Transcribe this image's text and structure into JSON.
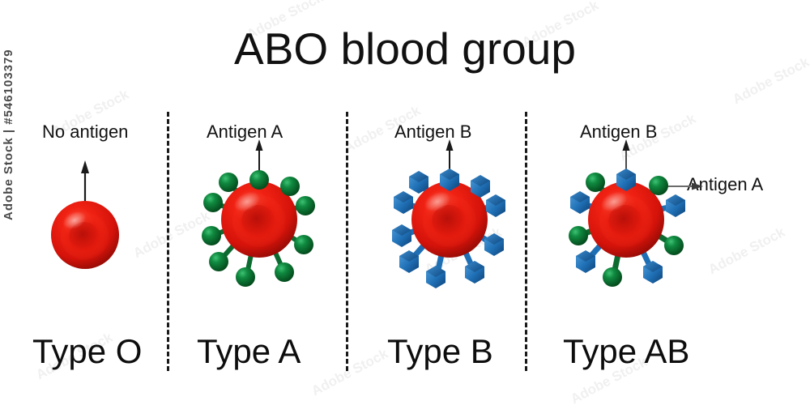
{
  "title": "ABO blood group",
  "watermark": {
    "text": "Adobe Stock | #546103379",
    "tile_text": "Adobe Stock"
  },
  "colors": {
    "background": "#ffffff",
    "text": "#111111",
    "divider": "#1a1a1a",
    "rbc_red_light": "#ff2a1a",
    "rbc_red": "#e01a0f",
    "rbc_red_dark": "#a00d08",
    "antigen_a_green": "#0e7a38",
    "antigen_a_green_dark": "#05521f",
    "antigen_b_blue": "#2379bd",
    "antigen_b_blue_dark": "#10497e",
    "arrow_black": "#1a1a1a",
    "arrow_gray": "#6b6b6b"
  },
  "columns": [
    {
      "id": "type-o",
      "type_label": "Type O",
      "antigen_label": "No antigen",
      "antigen_count": 0,
      "antigen_kind": "none",
      "arrow": "up"
    },
    {
      "id": "type-a",
      "type_label": "Type A",
      "antigen_label": "Antigen A",
      "antigen_count": 10,
      "antigen_kind": "sphere-green",
      "arrow": "up"
    },
    {
      "id": "type-b",
      "type_label": "Type B",
      "antigen_label": "Antigen B",
      "antigen_count": 10,
      "antigen_kind": "hexagon-blue",
      "arrow": "up"
    },
    {
      "id": "type-ab",
      "type_label": "Type AB",
      "antigen_label": "Antigen B",
      "antigen_label_secondary": "Antigen A",
      "antigen_count": 10,
      "antigen_kind": "alternating",
      "arrow": "up",
      "arrow_secondary": "right"
    }
  ],
  "dividers": [
    206,
    427,
    648
  ]
}
